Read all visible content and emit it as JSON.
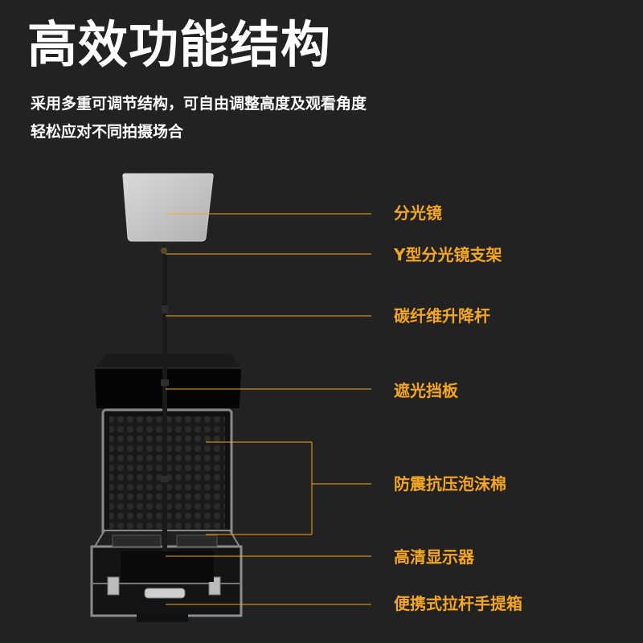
{
  "header": {
    "title": "高效功能结构",
    "subtitle_line1": "采用多重可调节结构，可自由调整高度及观看角度",
    "subtitle_line2": "轻松应对不同拍摄场合"
  },
  "colors": {
    "background": "#222222",
    "accent": "#f5a623",
    "text": "#ffffff"
  },
  "components": [
    {
      "label": "分光镜"
    },
    {
      "label": "Y型分光镜支架"
    },
    {
      "label": "碳纤维升降杆"
    },
    {
      "label": "遮光挡板"
    },
    {
      "label": "防震抗压泡沫棉"
    },
    {
      "label": "高清显示器"
    },
    {
      "label": "便携式拉杆手提箱"
    }
  ]
}
